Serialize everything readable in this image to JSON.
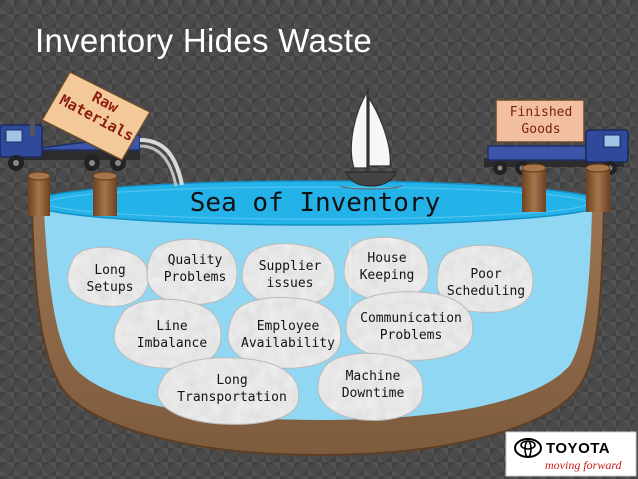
{
  "title": "Inventory Hides Waste",
  "sea_label": "Sea of Inventory",
  "signs": {
    "raw_materials": "Raw\nMaterials",
    "finished_goods": "Finished\nGoods"
  },
  "problems": [
    {
      "label": "Long\nSetups"
    },
    {
      "label": "Quality\nProblems"
    },
    {
      "label": "Supplier\nissues"
    },
    {
      "label": "House\nKeeping"
    },
    {
      "label": "Poor\nScheduling"
    },
    {
      "label": "Line\nImbalance"
    },
    {
      "label": "Employee\nAvailability"
    },
    {
      "label": "Communication\nProblems"
    },
    {
      "label": "Long\nTransportation"
    },
    {
      "label": "Machine\nDowntime"
    }
  ],
  "logo": {
    "brand": "TOYOTA",
    "tagline": "moving forward",
    "icon": "toyota-emblem-icon"
  },
  "colors": {
    "water": "#8fd7f2",
    "water_surface": "#24b3e9",
    "basin": "#8f6a4a",
    "rock": "#f1f1f1",
    "truck": "#2f4a9a",
    "piling": "#8a5a35",
    "raw_sign": "#f4c99a",
    "finished_sign": "#f2c0a0",
    "raw_text": "#8b1d10"
  }
}
